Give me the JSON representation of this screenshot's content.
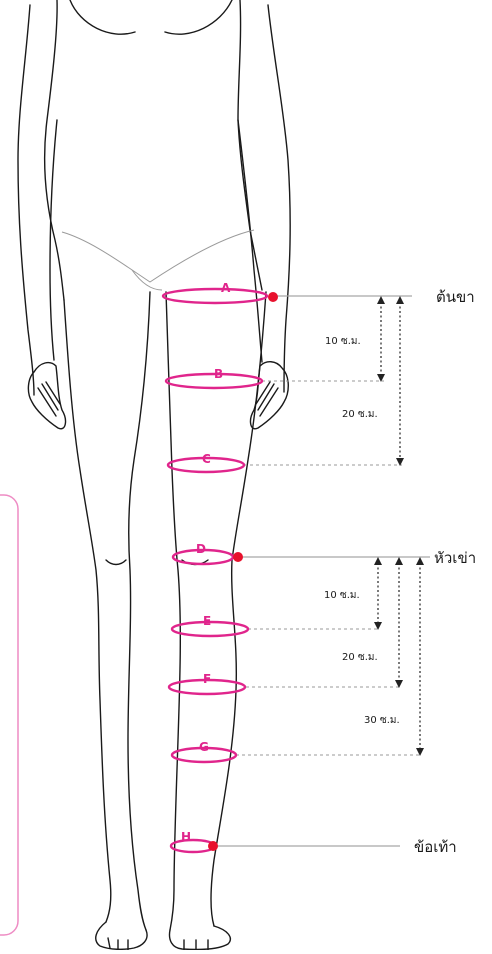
{
  "landmarks": {
    "thigh": "ต้นขา",
    "knee": "หัวเข่า",
    "ankle": "ข้อเท้า"
  },
  "rings": [
    {
      "id": "A",
      "label": "A"
    },
    {
      "id": "B",
      "label": "B"
    },
    {
      "id": "C",
      "label": "C"
    },
    {
      "id": "D",
      "label": "D"
    },
    {
      "id": "E",
      "label": "E"
    },
    {
      "id": "F",
      "label": "F"
    },
    {
      "id": "G",
      "label": "G"
    },
    {
      "id": "H",
      "label": "H"
    }
  ],
  "measurements": {
    "thigh_10": "10 ซ.ม.",
    "thigh_20": "20 ซ.ม.",
    "knee_10": "10 ซ.ม.",
    "knee_20": "20 ซ.ม.",
    "knee_30": "30 ซ.ม."
  },
  "colors": {
    "ring": "#e0258c",
    "marker": "#e8112d",
    "panel_border": "#ee8cc4"
  }
}
